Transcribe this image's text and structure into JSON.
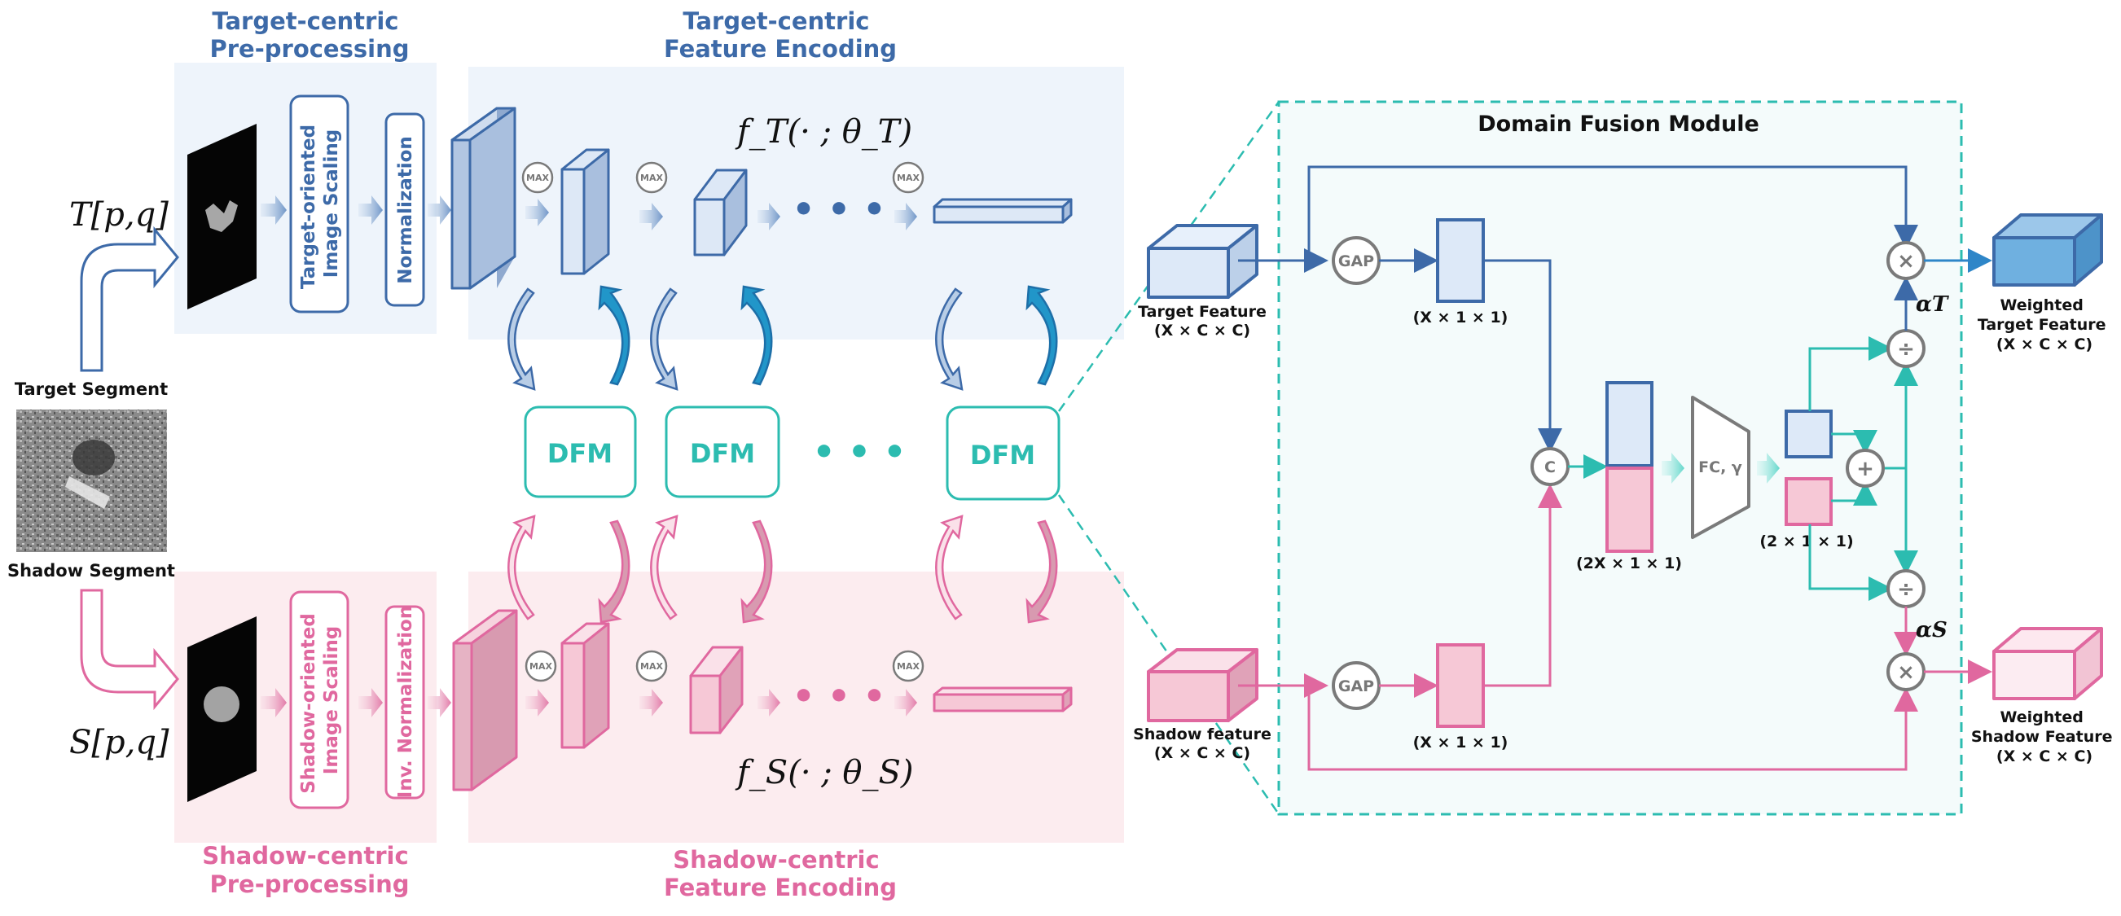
{
  "sections": {
    "target_pre": [
      "Target-centric",
      "Pre-processing"
    ],
    "target_enc": [
      "Target-centric",
      "Feature Encoding"
    ],
    "shadow_pre": [
      "Shadow-centric",
      "Pre-processing"
    ],
    "shadow_enc": [
      "Shadow-centric",
      "Feature Encoding"
    ]
  },
  "inputs": {
    "target_math": "T[p,q]",
    "shadow_math": "S[p,q]",
    "target_segment": "Target Segment",
    "shadow_segment": "Shadow Segment"
  },
  "preprocess": {
    "target_scaling": [
      "Target-oriented",
      "Image Scaling"
    ],
    "target_norm": "Normalization",
    "shadow_scaling": [
      "Shadow-oriented",
      "Image Scaling"
    ],
    "shadow_norm": "Inv. Normalization"
  },
  "encoders": {
    "target_fn": "f_T(· ; θ_T)",
    "shadow_fn": "f_S(· ; θ_S)",
    "max_label": "MAX",
    "ellipsis": "• • •"
  },
  "dfm": {
    "label": "DFM",
    "ellipsis": "• • •"
  },
  "module": {
    "title": "Domain Fusion Module",
    "target_feature": "Target Feature",
    "target_feature_dim": "(X × C × C)",
    "shadow_feature": "Shadow feature",
    "shadow_feature_dim": "(X × C × C)",
    "gap": "GAP",
    "vec_dim": "(X × 1 × 1)",
    "concat": "C",
    "concat_dim": "(2X × 1 × 1)",
    "fc": "FC, γ",
    "fc_dim": "(2 × 1 × 1)",
    "plus": "+",
    "divide": "÷",
    "times": "×",
    "alpha_t": "αT",
    "alpha_s": "αS",
    "weighted_target": [
      "Weighted",
      "Target Feature",
      "(X × C × C)"
    ],
    "weighted_shadow": [
      "Weighted",
      "Shadow Feature",
      "(X × C × C)"
    ]
  },
  "colors": {
    "target_blue": "#3d6aa8",
    "shadow_pink": "#e0689f",
    "fusion_teal": "#2cbcb0"
  }
}
